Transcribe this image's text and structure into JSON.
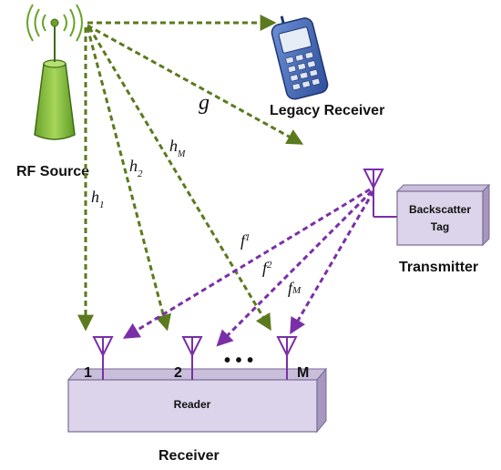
{
  "rf_source": {
    "label": "RF Source"
  },
  "legacy_receiver": {
    "label": "Legacy Receiver"
  },
  "transmitter": {
    "label": "Transmitter",
    "tag_line1": "Backscatter",
    "tag_line2": "Tag"
  },
  "receiver": {
    "label": "Receiver",
    "reader_label": "Reader",
    "ellipsis": "• • •"
  },
  "antennas": [
    "1",
    "2",
    "M"
  ],
  "channels": {
    "g": "g",
    "h1": {
      "base": "h",
      "sub": "1"
    },
    "h2": {
      "base": "h",
      "sub": "2"
    },
    "hM": {
      "base": "h",
      "sub": "M"
    },
    "f1": {
      "base": "f",
      "sub": "1"
    },
    "f2": {
      "base": "f",
      "sub": "2"
    },
    "fM": {
      "base": "f",
      "sub": "M"
    }
  },
  "colors": {
    "direct_link": "#5b7a1e",
    "backscatter_link": "#7a2fa8",
    "antenna": "#7a2fa8",
    "box_fill": "#dcd4ea",
    "box_edge": "#7a6a93",
    "source_fill": "#8ac43f",
    "phone_body": "#4a6fb8"
  }
}
